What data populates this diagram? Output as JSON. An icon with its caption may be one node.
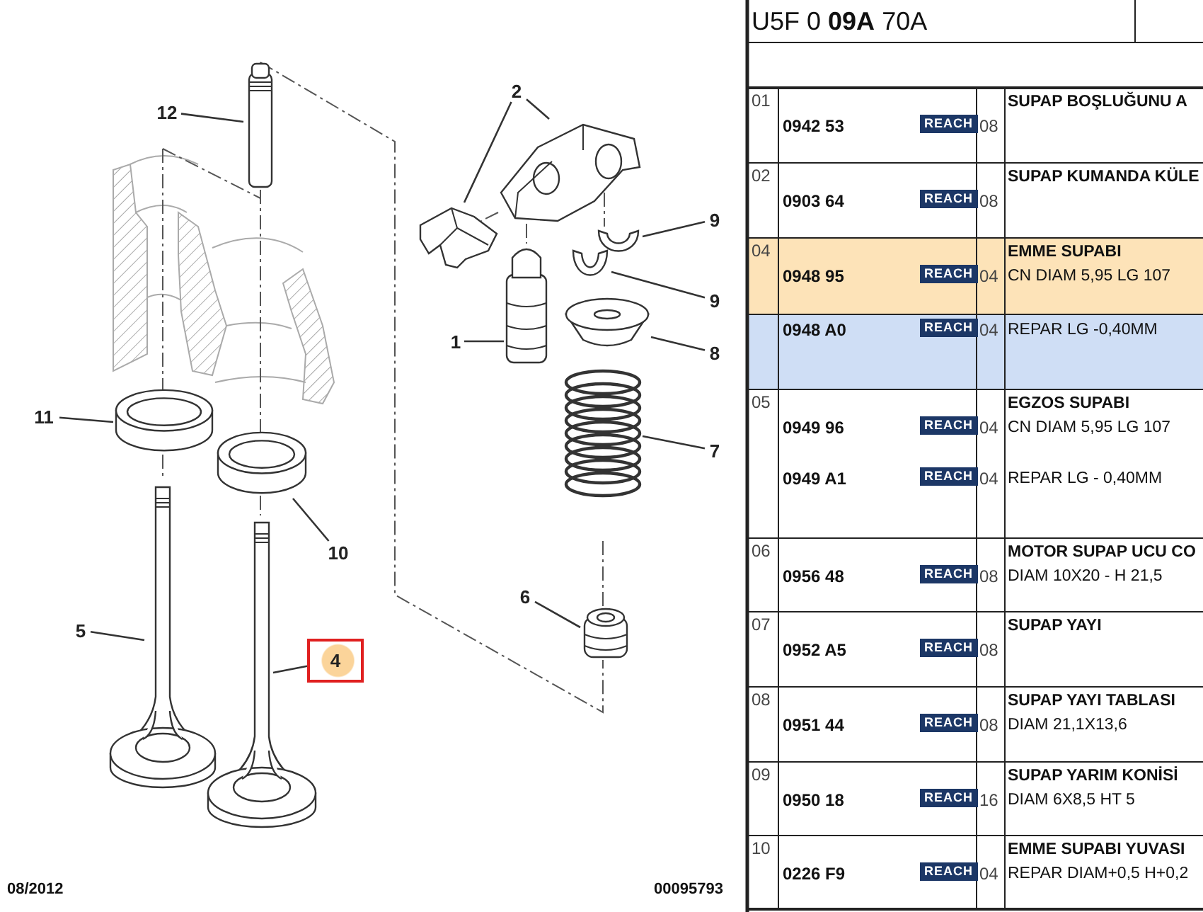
{
  "diagram": {
    "nodes": [
      {
        "text": [
          "12"
        ]
      },
      {
        "text": [],
        "shape": "picture"
      },
      {
        "text": [
          "2"
        ]
      },
      {
        "text": [],
        "shape": "picture"
      },
      {
        "text": [],
        "shape": "picture"
      },
      {
        "text": [
          "9"
        ]
      },
      {
        "text": [],
        "shape": "picture"
      },
      {
        "text": [
          "9"
        ]
      },
      {
        "text": [],
        "shape": "picture"
      },
      {
        "text": [
          "1"
        ]
      },
      {
        "text": [],
        "shape": "picture"
      },
      {
        "text": [
          "8"
        ]
      },
      {
        "text": [],
        "shape": "picture"
      },
      {
        "text": [
          "11"
        ]
      },
      {
        "text": [],
        "shape": "picture"
      },
      {
        "text": [
          "7"
        ]
      },
      {
        "text": [],
        "shape": "picture"
      },
      {
        "text": [
          "10"
        ]
      },
      {
        "text": [],
        "shape": "picture"
      },
      {
        "text": [
          "5"
        ]
      },
      {
        "text": [],
        "shape": "picture"
      },
      {
        "text": [
          "4"
        ]
      },
      {
        "text": [],
        "shape": "picture"
      },
      {
        "text": [
          "6"
        ]
      },
      {
        "text": [],
        "shape": "picture"
      }
    ],
    "edges": [
      {
        "from": 0,
        "to": 1,
        "arrow": "none"
      },
      {
        "from": 2,
        "to": 3,
        "arrow": "none"
      },
      {
        "from": 2,
        "to": 4,
        "arrow": "none"
      },
      {
        "from": 5,
        "to": 6,
        "arrow": "none"
      },
      {
        "from": 7,
        "to": 8,
        "arrow": "none"
      },
      {
        "from": 9,
        "to": 10,
        "arrow": "none"
      },
      {
        "from": 11,
        "to": 12,
        "arrow": "none"
      },
      {
        "from": 13,
        "to": 14,
        "arrow": "none"
      },
      {
        "from": 15,
        "to": 16,
        "arrow": "none"
      },
      {
        "from": 17,
        "to": 18,
        "arrow": "none"
      },
      {
        "from": 19,
        "to": 20,
        "arrow": "none"
      },
      {
        "from": 21,
        "to": 22,
        "arrow": "none"
      },
      {
        "from": 23,
        "to": 24,
        "arrow": "none"
      }
    ],
    "labels": [
      "U5F 0 **09A** 70A",
      "01",
      "0942 53",
      "REACH",
      "08",
      "SUPAP BOŞLUĞUNU A",
      "02",
      "0903 64",
      "REACH",
      "08",
      "SUPAP KUMANDA KÜLE",
      "04",
      "0948 95",
      "REACH",
      "04",
      "EMME SUPABI",
      "CN DIAM 5,95 LG 107",
      "0948 A0",
      "REACH",
      "04",
      "REPAR LG -0,40MM",
      "05",
      "0949 96",
      "REACH",
      "04",
      "EGZOS SUPABI",
      "CN DIAM 5,95 LG 107",
      "0949 A1",
      "REACH",
      "04",
      "REPAR LG - 0,40MM",
      "06",
      "0956 48",
      "REACH",
      "08",
      "MOTOR SUPAP UCU CO",
      "DIAM 10X20 - H 21,5",
      "07",
      "0952 A5",
      "REACH",
      "08",
      "SUPAP YAYI",
      "08",
      "0951 44",
      "REACH",
      "08",
      "SUPAP YAYI TABLASI",
      "DIAM 21,1X13,6",
      "09",
      "0950 18",
      "REACH",
      "16",
      "SUPAP YARIM KONİSİ",
      "DIAM 6X8,5 HT 5",
      "10",
      "0226 F9",
      "REACH",
      "04",
      "EMME SUPABI YUVASI",
      "REPAR DIAM+0,5 H+0,2",
      "08/2012",
      "00095793"
    ]
  }
}
